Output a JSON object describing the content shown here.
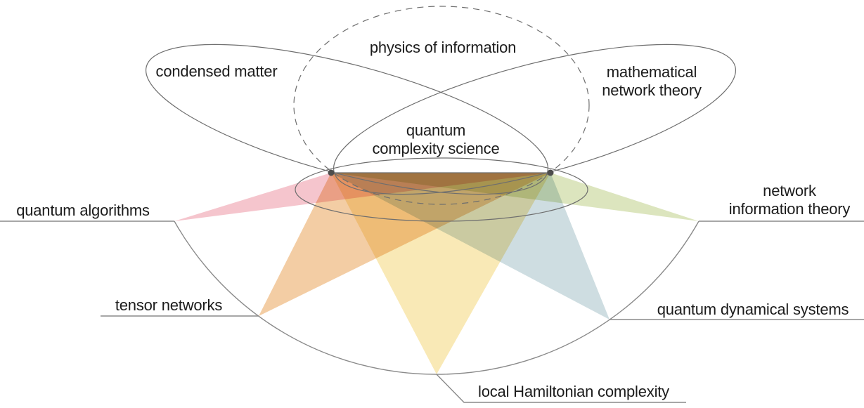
{
  "diagram_title": "quantum complexity science",
  "venn": {
    "condensed_matter": "condensed matter",
    "physics_of_information": "physics of information",
    "mathematical_network_theory": {
      "line1": "mathematical",
      "line2": "network theory"
    },
    "center": {
      "line1": "quantum",
      "line2": "complexity science"
    }
  },
  "fields": {
    "quantum_algorithms": "quantum algorithms",
    "tensor_networks": "tensor networks",
    "local_hamiltonian_complexity": "local Hamiltonian complexity",
    "quantum_dynamical_systems": "quantum dynamical systems",
    "network_information_theory": {
      "line1": "network",
      "line2": "information theory"
    }
  },
  "beams": [
    {
      "field": "quantum algorithms",
      "color_name": "pink"
    },
    {
      "field": "tensor networks",
      "color_name": "salmon-orange"
    },
    {
      "field": "local Hamiltonian complexity",
      "color_name": "yellow"
    },
    {
      "field": "quantum dynamical systems",
      "color_name": "teal"
    },
    {
      "field": "network information theory",
      "color_name": "olive-green"
    }
  ],
  "colors": {
    "background": "#ffffff",
    "text": "#1c1c1c",
    "outline": "#6e6e6e",
    "label_line": "#8a8a8a",
    "dot": "#4d4d4d",
    "beams": {
      "quantum_algorithms": "#f2b6c0",
      "tensor_networks": "#f0c08d",
      "local_hamiltonian_complexity": "#f8e3a4",
      "quantum_dynamical_systems": "#c2d5d9",
      "network_information_theory": "#d3dfae"
    }
  }
}
